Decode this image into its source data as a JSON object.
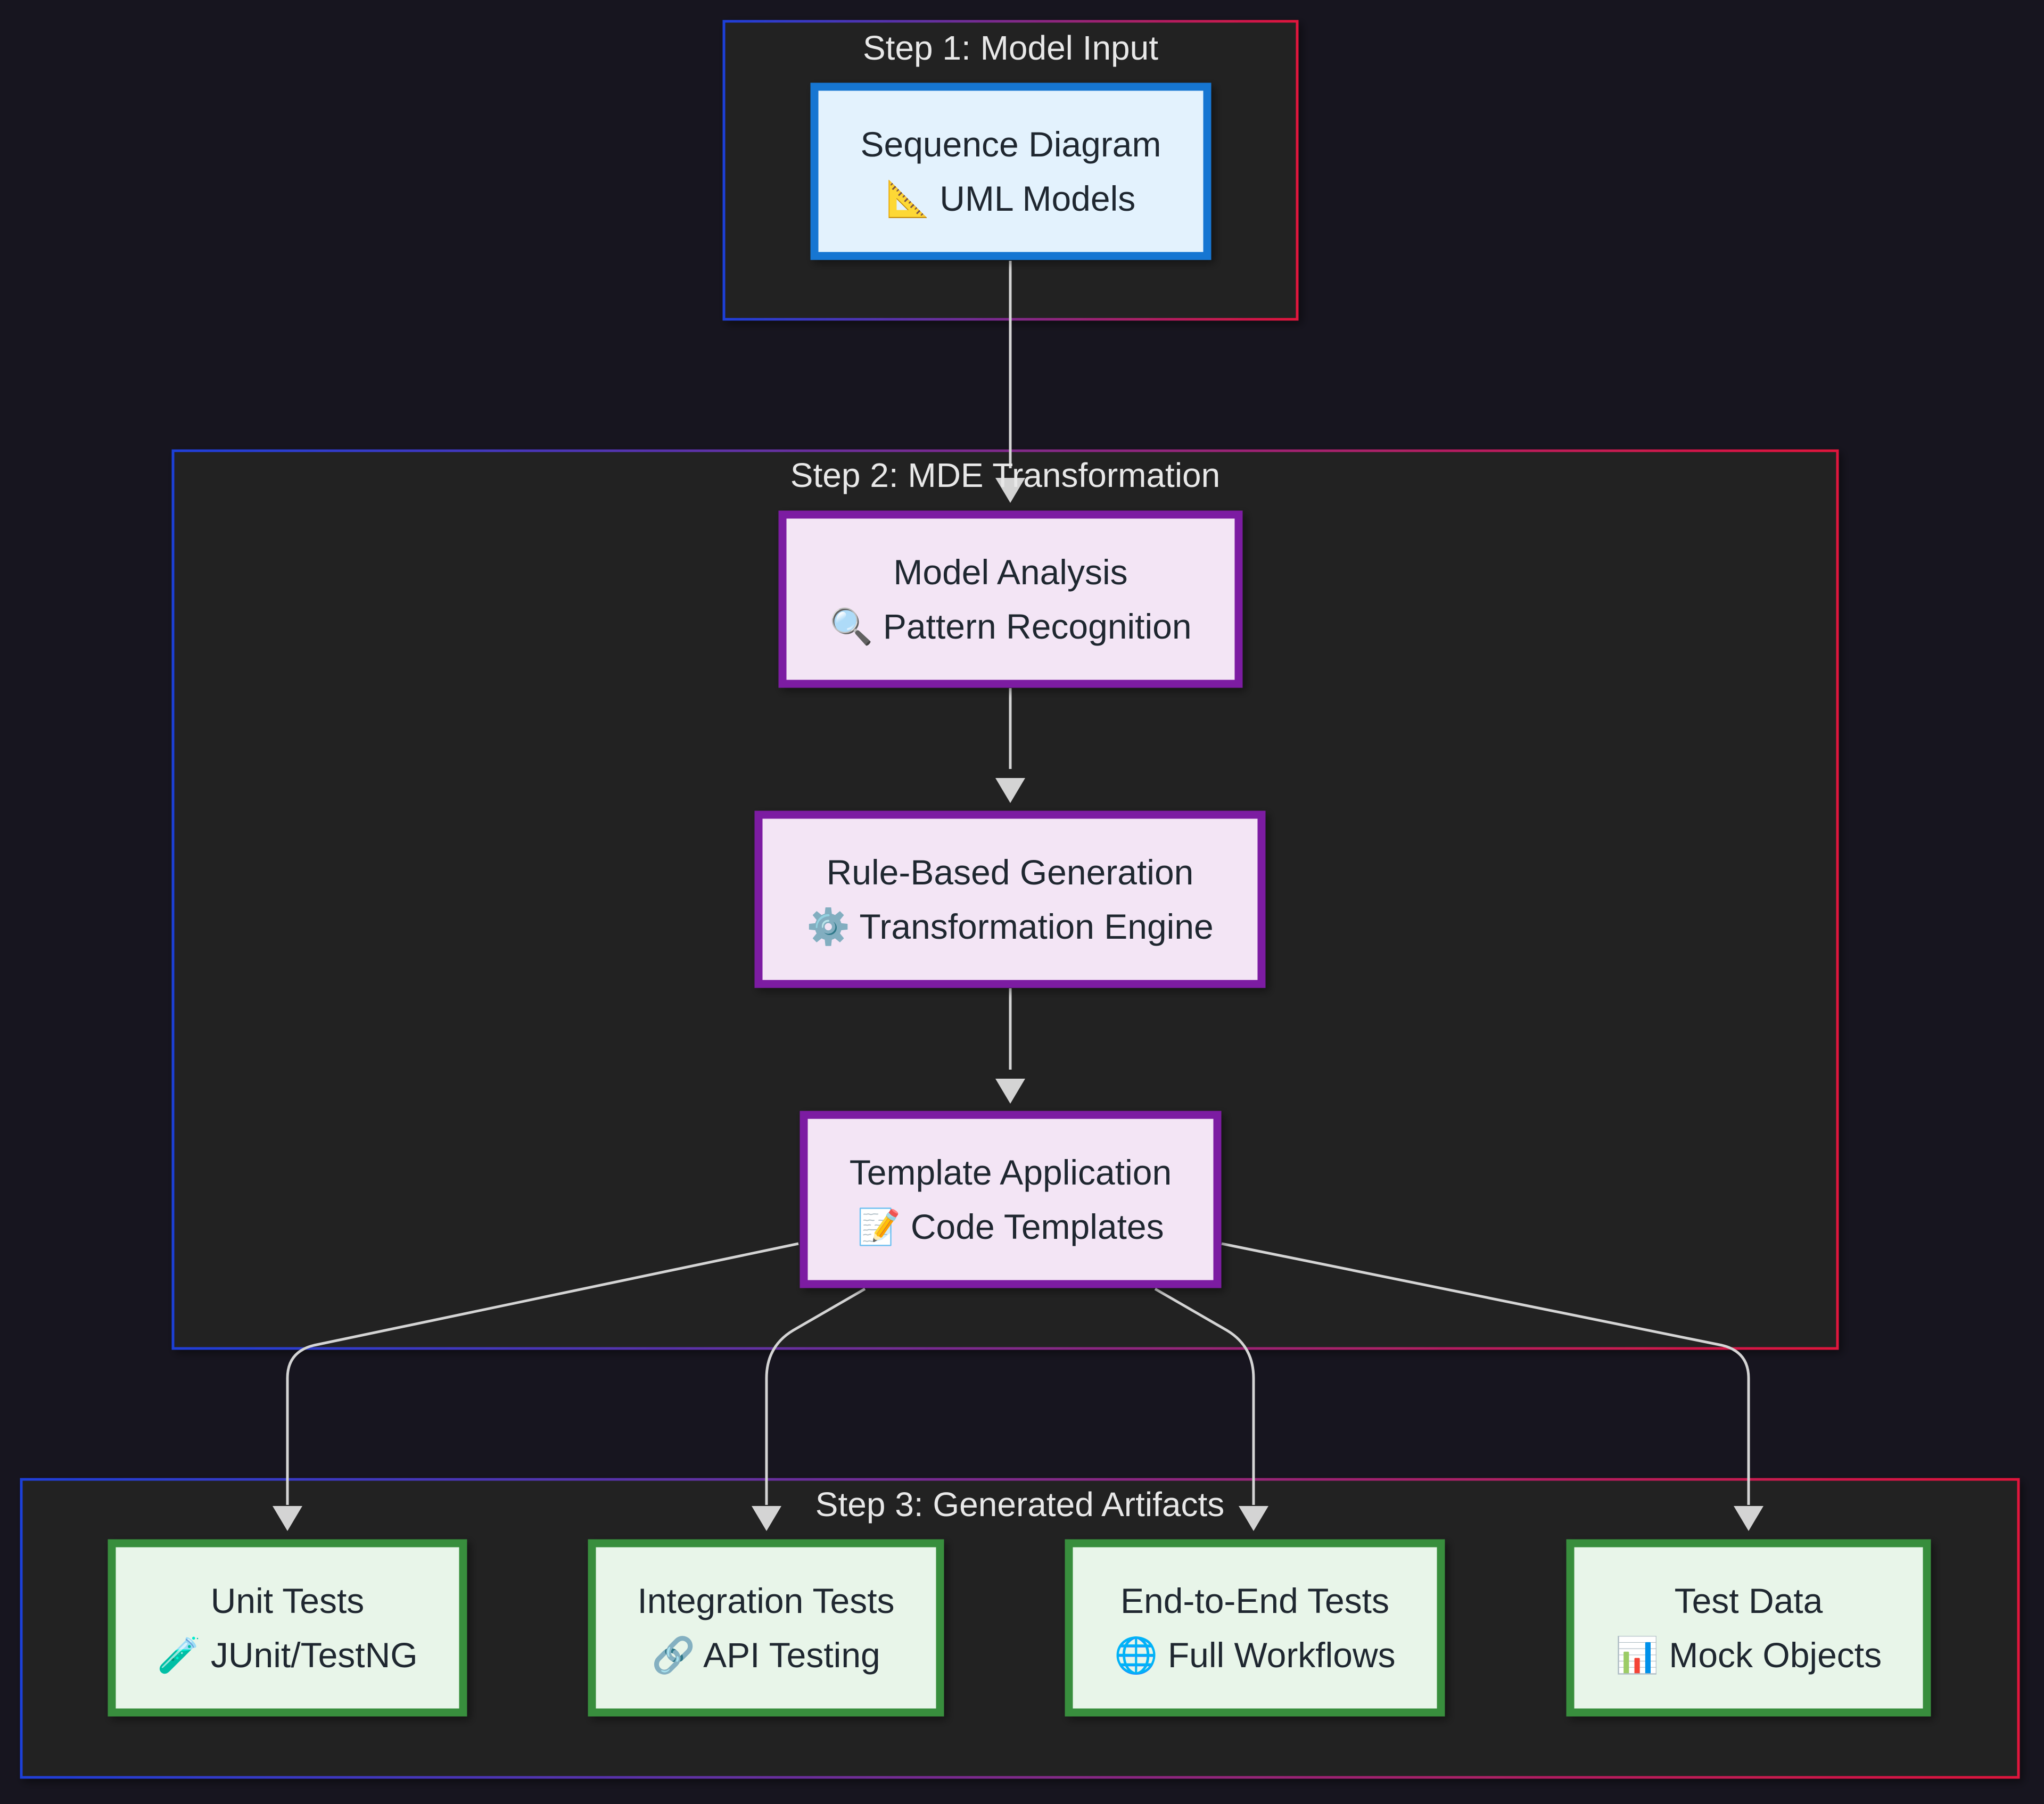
{
  "colors": {
    "background": "#17151f",
    "cluster_fill": "#202020",
    "cluster_border_start": "#1f3fd8",
    "cluster_border_end": "#e0153c",
    "edge": "#d4d4d4",
    "input_fill": "#e3f2fd",
    "input_stroke": "#1976d2",
    "transform_fill": "#f3e5f5",
    "transform_stroke": "#7b1fa2",
    "artifact_fill": "#e8f5e9",
    "artifact_stroke": "#388e3c",
    "node_text": "#1f2730",
    "cluster_title": "#e8e8e8"
  },
  "clusters": {
    "step1": {
      "title": "Step 1: Model Input"
    },
    "step2": {
      "title": "Step 2: MDE Transformation"
    },
    "step3": {
      "title": "Step 3: Generated Artifacts"
    }
  },
  "nodes": {
    "sequence_diagram": {
      "title": "Sequence Diagram",
      "subtitle": "📐 UML Models",
      "icon": "triangular-ruler-icon"
    },
    "model_analysis": {
      "title": "Model Analysis",
      "subtitle": "🔍 Pattern Recognition",
      "icon": "magnifier-icon"
    },
    "rule_generation": {
      "title": "Rule-Based Generation",
      "subtitle": "⚙️ Transformation Engine",
      "icon": "gear-icon"
    },
    "template_application": {
      "title": "Template Application",
      "subtitle": "📝 Code Templates",
      "icon": "memo-icon"
    },
    "unit_tests": {
      "title": "Unit Tests",
      "subtitle": "🧪 JUnit/TestNG",
      "icon": "test-tube-icon"
    },
    "integration_tests": {
      "title": "Integration Tests",
      "subtitle": "🔗 API Testing",
      "icon": "link-icon"
    },
    "e2e_tests": {
      "title": "End-to-End Tests",
      "subtitle": "🌐 Full Workflows",
      "icon": "globe-icon"
    },
    "test_data": {
      "title": "Test Data",
      "subtitle": "📊 Mock Objects",
      "icon": "bar-chart-icon"
    }
  },
  "edges": [
    {
      "from": "sequence_diagram",
      "to": "model_analysis"
    },
    {
      "from": "model_analysis",
      "to": "rule_generation"
    },
    {
      "from": "rule_generation",
      "to": "template_application"
    },
    {
      "from": "template_application",
      "to": "unit_tests"
    },
    {
      "from": "template_application",
      "to": "integration_tests"
    },
    {
      "from": "template_application",
      "to": "e2e_tests"
    },
    {
      "from": "template_application",
      "to": "test_data"
    }
  ]
}
